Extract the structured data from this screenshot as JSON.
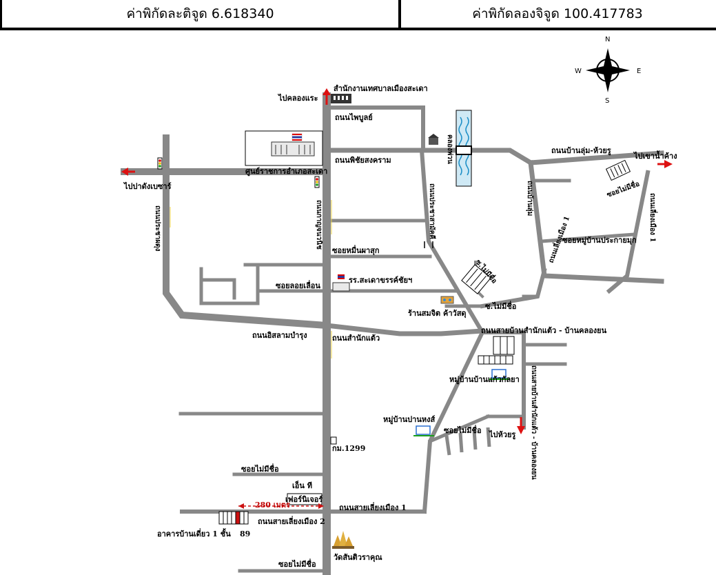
{
  "coords": {
    "latitude_label": "ค่าพิกัดละติจูด 6.618340",
    "longitude_label": "ค่าพิกัดลองจิจูด 100.417783"
  },
  "compass": {
    "n": "N",
    "s": "S",
    "e": "E",
    "w": "W"
  },
  "labels": {
    "to_klong_rae": "ไปคลองแระ",
    "municipal_office": "สำนักงานเทศบาลเมืองสะเดา",
    "phaibun_rd": "ถนนไพบูลย์",
    "khlong_phuan": "คลองพ่วน",
    "phichai_songkhram_rd": "ถนนพิชัยสงคราม",
    "district_center": "ศูนย์ราชการอำเภอสะเดา",
    "to_padang_besar": "ไปปาดังเบซาร์",
    "ban_lum_huai_ru_rd": "ถนนบ้านลุ่ม-ห้วยรู",
    "to_khao_nam_khang": "ไปเขาน้ำค้าง",
    "unnamed_alley_ne": "ซอยไม่มีชื่อ",
    "ban_lum_rd": "ถนนบ้านลุ่ม",
    "bypass_rd_1": "ถนนเลี่ยงเมือง 1",
    "village_alley": "ซอยหมู่บ้านประกายมุก",
    "prachasamakkhi_rd": "ถนนประชาสามัคคี",
    "kanchanawanit_rd": "ถนนกาญจนวนิช",
    "prachaphadung_rd": "ถนนประชาผดุง",
    "soi_muen_pha_suk": "ซอยหมื่นผาสุก",
    "soi_loi_luean": "ซอยลอยเลื่อน",
    "sadao_school": "รร.สะเดาขรรค์ชัยฯ",
    "alley_unnamed_1": "ซ.ไม่มีชื่อ",
    "bypass_rd_1_v": "ถนนเลี่ยงเมือง 1",
    "alley_unnamed_2": "ซ.ไม่มีชื่อ",
    "shop_somchit": "ร้านสมจิต ค้าวัสดุ",
    "issaram_rd": "ถนนอิสลามบำรุง",
    "samnak_kaeo_rd": "ถนนสำนักแต้ว",
    "ban_samnak_kaeo_rd": "ถนนสายบ้านสำนักแต้ว - บ้านคลองยน",
    "village_kaew_kanya": "หมู่บ้านบ้านแก้วกัลยา",
    "village_pan_hong": "หมู่บ้านปานหงส์",
    "unnamed_alley_s": "ซอยไม่มีชื่อ",
    "to_huai_ru": "ไปห้วยรู",
    "klong_yon_rd_v": "ถนนสายบ้านสำนักแต้ว - บ้านคลองยน",
    "km_marker": "กม.1299",
    "unnamed_alley_w1": "ซอยไม่มีชื่อ",
    "nt_furniture_1": "เอ็น ที",
    "nt_furniture_2": "เฟอร์นิเจอร์",
    "distance": "280 เมตร",
    "bypass_1_s": "ถนนสายเลี่ยงเมือง 1",
    "bypass_2_s": "ถนนสายเลี่ยงเมือง 2",
    "house_building": "อาคารบ้านเดี่ยว 1 ชั้น",
    "house_no": "89",
    "wat_san_tiwararam": "วัดสันติวราคุณ",
    "unnamed_alley_w2": "ซอยไม่มีชื่อ"
  }
}
